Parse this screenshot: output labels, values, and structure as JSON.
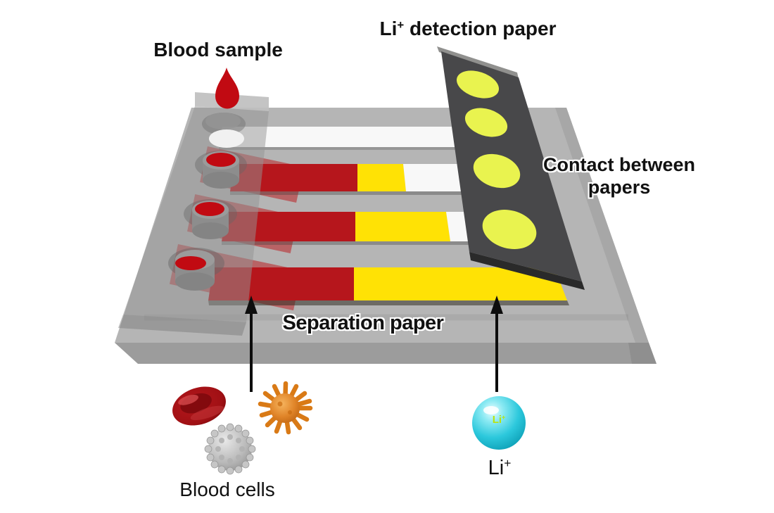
{
  "labels": {
    "blood_sample": "Blood sample",
    "li_detection": {
      "base": "Li",
      "sup": "+",
      "rest": " detection paper"
    },
    "contact": {
      "line1": "Contact between",
      "line2": "papers"
    },
    "separation": "Separation paper",
    "blood_cells": "Blood cells",
    "li_ion": {
      "base": "Li",
      "sup": "+"
    },
    "sphere_label": {
      "base": "Li",
      "sup": "+"
    }
  },
  "colors": {
    "strip_red": "#b6161c",
    "strip_yellow": "#ffe205",
    "strip_blank": "#f8f8f8",
    "platform_gray": "#b5b5b5",
    "platform_front": "#9c9c9c",
    "cover_gray": "#949494",
    "detection_paper_dark": "#48484a",
    "spot_yellow_green": "#e9f34f",
    "blood_red": "#c10a12",
    "pad_red": "#b85c5e",
    "ion_cyan": "#2cc8dc",
    "arrow_black": "#0d0d0d"
  },
  "device": {
    "strip_count": 4,
    "well_count": 4,
    "wells_with_blood": 3,
    "detection_spot_count": 4
  }
}
